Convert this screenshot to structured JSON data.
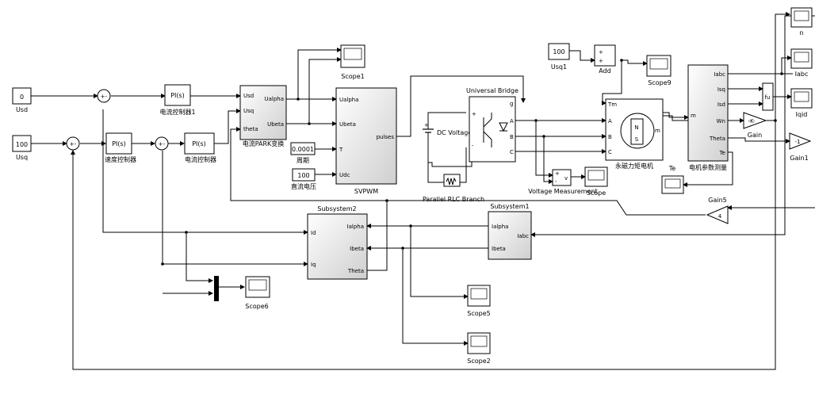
{
  "blocks": {
    "usd": {
      "value": "0",
      "label": "Usd"
    },
    "usq": {
      "value": "100",
      "label": "Usq"
    },
    "pi_speed": {
      "text": "PI(s)",
      "label": "速度控制器"
    },
    "pi_current1": {
      "text": "PI(s)",
      "label": "电流控制器1"
    },
    "pi_current": {
      "text": "PI(s)",
      "label": "电流控制器"
    },
    "park": {
      "label": "电流PARK变换",
      "in": [
        "Usd",
        "Usq",
        "theta"
      ],
      "out": [
        "Ualpha",
        "Ubeta"
      ]
    },
    "scope1": {
      "label": "Scope1"
    },
    "svpwm": {
      "label": "SVPWM",
      "in": [
        "Ualpha",
        "Ubeta",
        "T",
        "Udc"
      ],
      "out": [
        "pulses"
      ]
    },
    "period": {
      "value": "0.0001",
      "label": "周期"
    },
    "dcvolt_const": {
      "value": "100",
      "label": "直流电压"
    },
    "dc_voltage": {
      "label": "DC Voltage"
    },
    "bridge": {
      "label": "Universal Bridge",
      "ports": [
        "g",
        "A",
        "B",
        "C",
        "+",
        "-"
      ]
    },
    "rlc": {
      "label": "Parallel RLC Branch"
    },
    "usq1": {
      "value": "100",
      "label": "Usq1"
    },
    "add": {
      "label": "Add",
      "signs": [
        "+",
        "+"
      ]
    },
    "scope9": {
      "label": "Scope9"
    },
    "motor": {
      "label": "永磁力矩电机",
      "ports": [
        "Tm",
        "A",
        "B",
        "C",
        "m"
      ],
      "pole": "N",
      "pole2": "S"
    },
    "vm": {
      "label": "Voltage Measurement",
      "ports": [
        "+",
        "-",
        "v"
      ]
    },
    "scope": {
      "label": "Scope"
    },
    "te_scope": {
      "label": "Te"
    },
    "measure": {
      "label": "电机参数测量",
      "in": [
        "m"
      ],
      "out": [
        "Iabc",
        "Isq",
        "Isd",
        "Wn",
        "Theta",
        "Te"
      ]
    },
    "mux_fu": {
      "text": "fu"
    },
    "gain": {
      "text": "-K-",
      "label": "Gain"
    },
    "gain1": {
      "text": "-1",
      "label": "Gain1"
    },
    "gain5": {
      "text": "4",
      "label": "Gain5"
    },
    "out_n": {
      "label": "n"
    },
    "out_iabc": {
      "label": "Iabc"
    },
    "out_iqid": {
      "label": "Iqid"
    },
    "subsystem2": {
      "label": "Subsystem2",
      "in": [
        "Id",
        "Iq"
      ],
      "out": [
        "Ialpha",
        "Ibeta",
        "Theta"
      ]
    },
    "subsystem1": {
      "label": "Subsystem1",
      "in": [
        "Iabc"
      ],
      "out": [
        "Ialpha",
        "Ibeta"
      ]
    },
    "scope6": {
      "label": "Scope6"
    },
    "scope5": {
      "label": "Scope5"
    },
    "scope2": {
      "label": "Scope2"
    }
  },
  "sum_signs": {
    "s1": "+-",
    "s2": "+-",
    "s3": "+-"
  }
}
